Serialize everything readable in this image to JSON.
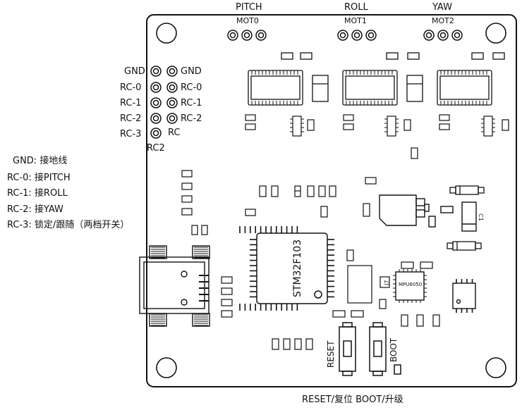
{
  "top_labels": {
    "pitch": "PITCH",
    "mot0": "MOT0",
    "roll": "ROLL",
    "mot1": "MOT1",
    "yaw": "YAW",
    "mot2": "MOT2"
  },
  "pins": {
    "gnd_left": "GND",
    "gnd_right": "GND",
    "rc0_left": "RC-0",
    "rc0_right": "RC-0",
    "rc1_left": "RC-1",
    "rc1_right": "RC-1",
    "rc2_left": "RC-2",
    "rc2_right": "RC-2",
    "rc3_left": "RC-3",
    "rc_right": "RC",
    "rc2_below": "RC2"
  },
  "legend": [
    "GND: 接地线",
    "RC-0: 接PITCH",
    "RC-1: 接ROLL",
    "RC-2: 接YAW",
    "RC-3: 锁定/跟随（两档开关）"
  ],
  "chips": {
    "mcu": "STM32F103",
    "imu": "MPU6050",
    "c1": "C1",
    "j7": "J7"
  },
  "buttons": {
    "reset": "RESET",
    "boot": "BOOT"
  },
  "caption": "RESET/复位 BOOT/升级"
}
